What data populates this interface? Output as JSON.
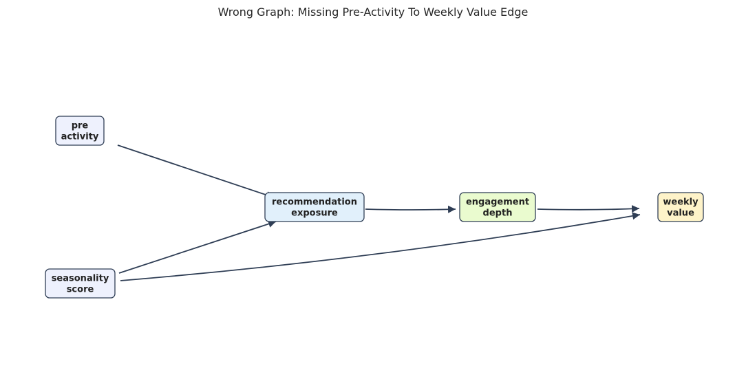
{
  "title": "Wrong Graph: Missing Pre-Activity To Weekly Value Edge",
  "colors": {
    "edge": "#2f3e55",
    "node_border": "#2f3e55",
    "confounder_fill": "#eef1fd",
    "treatment_fill": "#e1f0fb",
    "mediator_fill": "#eafbcf",
    "outcome_fill": "#fef3c9"
  },
  "nodes": [
    {
      "id": "pre_activity",
      "lines": [
        "pre",
        "activity"
      ],
      "fill": "confounder_fill"
    },
    {
      "id": "seasonality_score",
      "lines": [
        "seasonality",
        "score"
      ],
      "fill": "confounder_fill"
    },
    {
      "id": "recommendation_exposure",
      "lines": [
        "recommendation",
        "exposure"
      ],
      "fill": "treatment_fill"
    },
    {
      "id": "engagement_depth",
      "lines": [
        "engagement",
        "depth"
      ],
      "fill": "mediator_fill"
    },
    {
      "id": "weekly_value",
      "lines": [
        "weekly",
        "value"
      ],
      "fill": "outcome_fill"
    }
  ],
  "edges": [
    {
      "from": "pre_activity",
      "to": "recommendation_exposure"
    },
    {
      "from": "seasonality_score",
      "to": "recommendation_exposure"
    },
    {
      "from": "seasonality_score",
      "to": "weekly_value"
    },
    {
      "from": "recommendation_exposure",
      "to": "engagement_depth"
    },
    {
      "from": "engagement_depth",
      "to": "weekly_value"
    }
  ]
}
